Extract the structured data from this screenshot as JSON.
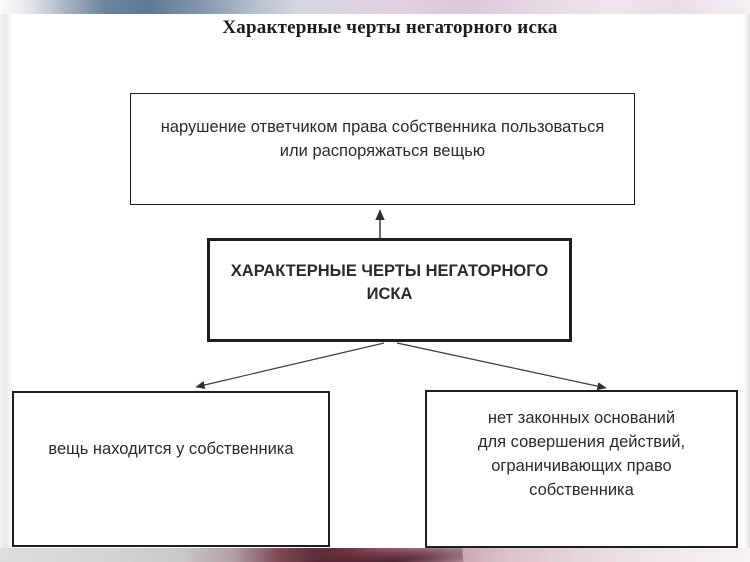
{
  "slide": {
    "title": "Характерные черты негаторного иска",
    "boxes": {
      "violation": "нарушение ответчиком права собственника пользоваться\nили распоряжаться вещью",
      "central": "ХАРАКТЕРНЫЕ ЧЕРТЫ НЕГАТОРНОГО\nИСКА",
      "possession": "вещь находится у собственника",
      "no_grounds": "нет законных оснований\nдля совершения действий,\nограничивающих право\nсобственника"
    },
    "colors": {
      "slide_background": "#ffffff",
      "box_border": "#1e1e1e",
      "text": "#2a2a2a",
      "arrow": "#2f2f2f",
      "top_band_blue": "#5f7995",
      "top_band_pink": "#e2d0de",
      "bottom_band_maroon": "#5e2c3a",
      "bottom_band_gray": "#d6d5d8"
    }
  }
}
